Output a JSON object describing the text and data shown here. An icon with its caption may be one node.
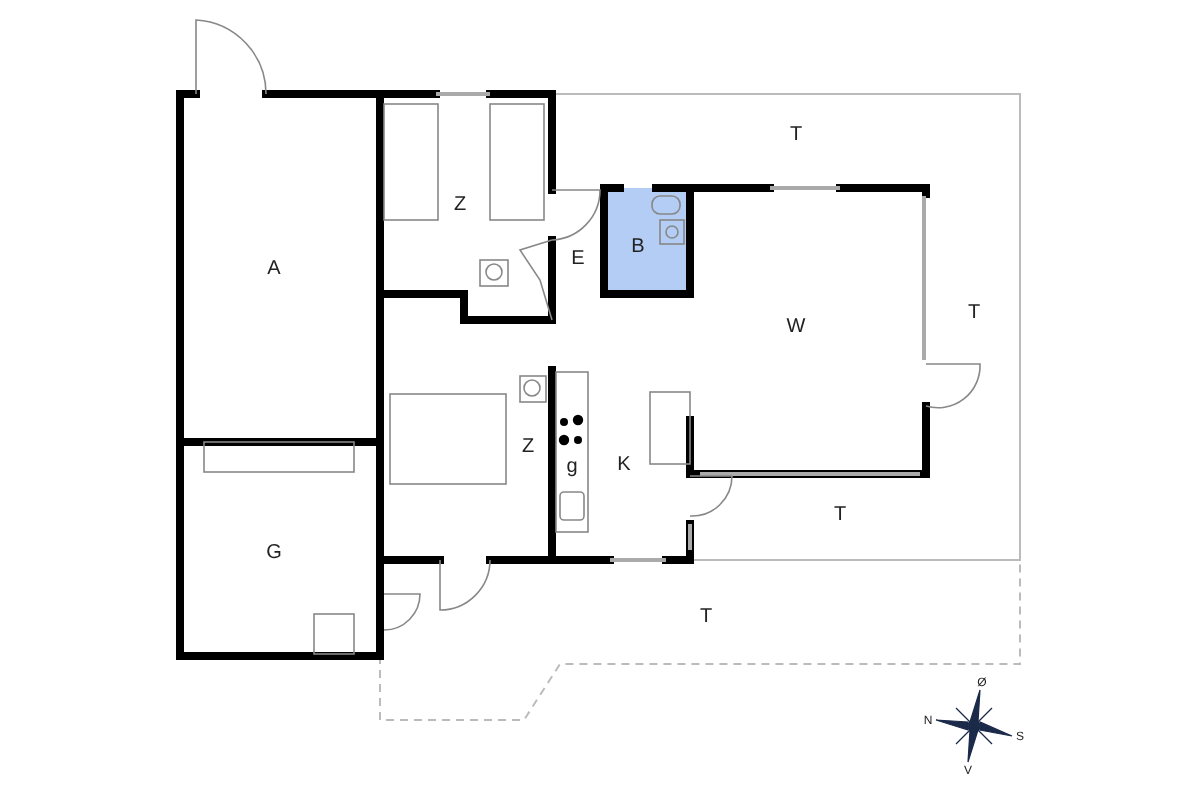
{
  "diagram": {
    "labels": [
      "T",
      "Z",
      "B",
      "E",
      "A",
      "T",
      "W",
      "Z",
      "K",
      "g",
      "T",
      "G",
      "T",
      "Ø",
      "N",
      "S",
      "V"
    ]
  }
}
